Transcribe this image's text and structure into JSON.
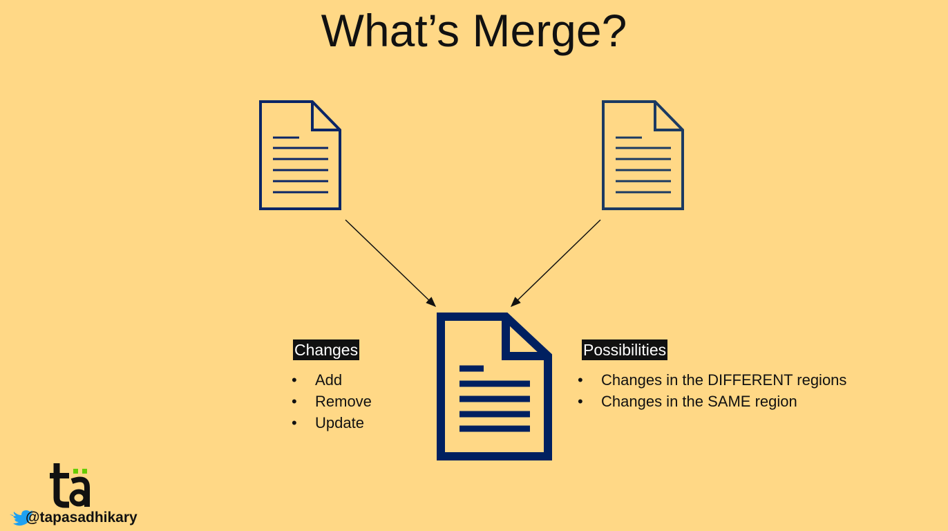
{
  "title": "What’s Merge?",
  "changes": {
    "label": "Changes",
    "items": [
      "Add",
      "Remove",
      "Update"
    ]
  },
  "possibilities": {
    "label": "Possibilities",
    "items": [
      "Changes in the DIFFERENT regions",
      "Changes in the SAME region"
    ]
  },
  "logo": {
    "text": "tä",
    "handle": "@tapasadhikary"
  },
  "colors": {
    "background": "#FFD886",
    "doc": "#002060",
    "accent": "#66CC00",
    "twitter": "#1DA1F2"
  }
}
